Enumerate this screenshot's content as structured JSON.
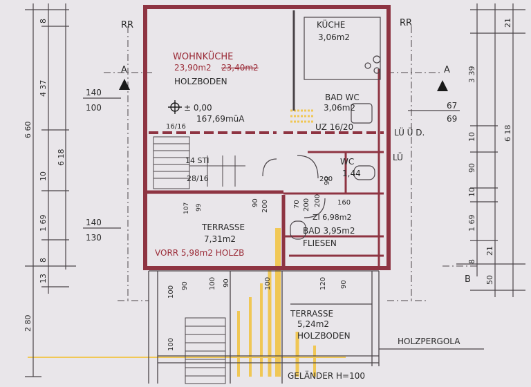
{
  "rooms": {
    "wohnkueche": {
      "name": "WOHNKÜCHE",
      "area": "23,90m2",
      "area_struck": "23,40m2",
      "floor": "HOLZBODEN"
    },
    "kueche": {
      "name": "KÜCHE",
      "area": "3,06m2"
    },
    "bad_wc": {
      "name": "BAD WC",
      "area": "3,06m2"
    },
    "wc": {
      "name": "WC",
      "area": "1,44"
    },
    "zi": {
      "name": "ZI 6,98m2"
    },
    "bad": {
      "name": "BAD 3,95m2",
      "floor": "FLIESEN"
    },
    "terrasse_1": {
      "name": "TERRASSE",
      "area": "7,31m2"
    },
    "vorr": {
      "name": "VORR 5,98m2 HOLZB"
    },
    "terrasse_2": {
      "name": "TERRASSE",
      "area": "5,24m2",
      "floor": "HOLZBODEN"
    }
  },
  "markers": {
    "rr_left": "RR",
    "rr_right": "RR",
    "section_a_left": "A",
    "section_a_right": "A",
    "section_b": "B"
  },
  "levels": {
    "zero": "± 0,00",
    "absolute": "167,69müA",
    "stair_count": "16/16",
    "stair_rise": "28/16",
    "stair_label": "14 STI",
    "uz": "UZ 16/20"
  },
  "annotations": {
    "luefter_top": "LÜ Ü D.",
    "luefter": "LÜ",
    "holzpergola": "HOLZPERGOLA",
    "gelaender": "GELÄNDER H=100"
  },
  "dimensions": {
    "left_chain": [
      "8",
      "4 37",
      "6 18",
      "10",
      "1 69",
      "8",
      "13"
    ],
    "left_outer": [
      "6 60",
      "2 80"
    ],
    "right_chain": [
      "21",
      "3 39",
      "6 18",
      "10",
      "90",
      "10",
      "1 69",
      "21",
      "8",
      "50"
    ],
    "opening_left_1": [
      "140",
      "100"
    ],
    "opening_left_2": [
      "140",
      "130"
    ],
    "opening_right": [
      "67",
      "69"
    ],
    "door_labels": [
      "90",
      "200",
      "70",
      "200",
      "90",
      "200",
      "200",
      "107",
      "99",
      "100",
      "90",
      "100",
      "90",
      "100",
      "120",
      "90",
      "100"
    ],
    "room_dims": [
      "160"
    ]
  },
  "colors": {
    "paper": "#e9e6ea",
    "line": "#4a4448",
    "wall": "#8e3442",
    "highlight": "#f2c23c"
  }
}
